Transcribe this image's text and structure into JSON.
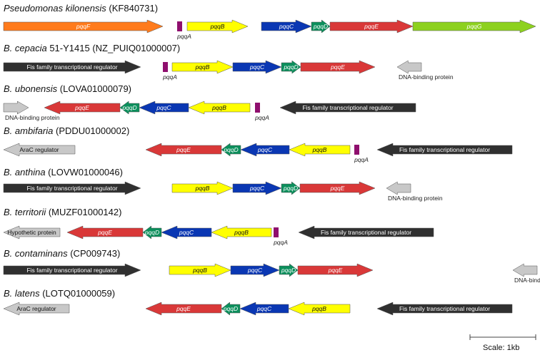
{
  "colors": {
    "pqqF": "#ff7b1c",
    "pqqA": "#8f0f6e",
    "pqqB": "#ffff00",
    "pqqC": "#0a37b3",
    "pqqD": "#0c8f5c",
    "pqqE": "#d93838",
    "pqqG": "#8dd11f",
    "regulator": "#303030",
    "other": "#c8c8c8"
  },
  "rows": [
    {
      "species": "Pseudomonas kilonensis",
      "species_suffix": "",
      "accession": "(KF840731)",
      "genes": [
        {
          "label": "pqqF",
          "color": "pqqF",
          "from": 5,
          "to": 228,
          "inside": true
        },
        {
          "label": "pqqA",
          "color": "pqqA",
          "from": 248,
          "to": 255,
          "inside": false,
          "below": true
        },
        {
          "label": "pqqB",
          "color": "pqqB",
          "from": 262,
          "to": 347,
          "inside": true,
          "dark": true
        },
        {
          "label": "pqqC",
          "color": "pqqC",
          "from": 366,
          "to": 436,
          "inside": true
        },
        {
          "label": "pqqD",
          "color": "pqqD",
          "from": 436,
          "to": 462,
          "inside": true
        },
        {
          "label": "pqqE",
          "color": "pqqE",
          "from": 462,
          "to": 578,
          "inside": true
        },
        {
          "label": "pqqG",
          "color": "pqqG",
          "from": 578,
          "to": 750,
          "inside": true
        }
      ]
    },
    {
      "species": "B. cepacia",
      "species_suffix": " 51-Y1415",
      "accession": "(NZ_PUIQ01000007)",
      "genes": [
        {
          "label": "Fis family transcriptional regulator",
          "color": "regulator",
          "from": 5,
          "to": 197,
          "inside": true,
          "plain": true
        },
        {
          "label": "pqqA",
          "color": "pqqA",
          "from": 228,
          "to": 235,
          "inside": false,
          "below": true
        },
        {
          "label": "pqqB",
          "color": "pqqB",
          "from": 241,
          "to": 326,
          "inside": true,
          "dark": true
        },
        {
          "label": "pqqC",
          "color": "pqqC",
          "from": 326,
          "to": 394,
          "inside": true
        },
        {
          "label": "pqqD",
          "color": "pqqD",
          "from": 394,
          "to": 421,
          "inside": true
        },
        {
          "label": "pqqE",
          "color": "pqqE",
          "from": 421,
          "to": 525,
          "inside": true
        },
        {
          "label": "DNA-binding protein",
          "color": "other",
          "from": 590,
          "to": 556,
          "inside": false,
          "below": true,
          "plain": true
        }
      ]
    },
    {
      "species": "B. ubonensis",
      "species_suffix": "",
      "accession": "(LOVA01000079)",
      "genes": [
        {
          "label": "DNA-binding protein",
          "color": "other",
          "from": 5,
          "to": 40,
          "inside": false,
          "below": true,
          "plain": true
        },
        {
          "label": "pqqE",
          "color": "pqqE",
          "from": 168,
          "to": 62,
          "inside": true
        },
        {
          "label": "pqqD",
          "color": "pqqD",
          "from": 195,
          "to": 168,
          "inside": true
        },
        {
          "label": "pqqC",
          "color": "pqqC",
          "from": 264,
          "to": 195,
          "inside": true
        },
        {
          "label": "pqqB",
          "color": "pqqB",
          "from": 350,
          "to": 264,
          "inside": true,
          "dark": true
        },
        {
          "label": "pqqA",
          "color": "pqqA",
          "from": 357,
          "to": 364,
          "inside": false,
          "below": true
        },
        {
          "label": "Fis family transcriptional regulator",
          "color": "regulator",
          "from": 582,
          "to": 392,
          "inside": true,
          "plain": true
        }
      ]
    },
    {
      "species": "B. ambifaria",
      "species_suffix": "",
      "accession": "(PDDU01000002)",
      "genes": [
        {
          "label": "AraC regulator",
          "color": "other",
          "from": 105,
          "to": 5,
          "inside": true,
          "dark": true,
          "plain": true
        },
        {
          "label": "pqqE",
          "color": "pqqE",
          "from": 310,
          "to": 204,
          "inside": true
        },
        {
          "label": "pqqD",
          "color": "pqqD",
          "from": 337,
          "to": 310,
          "inside": true
        },
        {
          "label": "pqqC",
          "color": "pqqC",
          "from": 405,
          "to": 337,
          "inside": true
        },
        {
          "label": "pqqB",
          "color": "pqqB",
          "from": 490,
          "to": 405,
          "inside": true,
          "dark": true
        },
        {
          "label": "pqqA",
          "color": "pqqA",
          "from": 496,
          "to": 503,
          "inside": false,
          "below": true
        },
        {
          "label": "Fis family transcriptional regulator",
          "color": "regulator",
          "from": 717,
          "to": 528,
          "inside": true,
          "plain": true
        }
      ]
    },
    {
      "species": "B. anthina",
      "species_suffix": "",
      "accession": "(LOVW01000046)",
      "genes": [
        {
          "label": "Fis family transcriptional regulator",
          "color": "regulator",
          "from": 5,
          "to": 197,
          "inside": true,
          "plain": true
        },
        {
          "label": "pqqB",
          "color": "pqqB",
          "from": 241,
          "to": 326,
          "inside": true,
          "dark": true
        },
        {
          "label": "pqqC",
          "color": "pqqC",
          "from": 326,
          "to": 394,
          "inside": true
        },
        {
          "label": "pqqD",
          "color": "pqqD",
          "from": 394,
          "to": 420,
          "inside": true
        },
        {
          "label": "pqqE",
          "color": "pqqE",
          "from": 420,
          "to": 525,
          "inside": true
        },
        {
          "label": "DNA-binding protein",
          "color": "other",
          "from": 575,
          "to": 541,
          "inside": false,
          "below": true,
          "plain": true
        }
      ]
    },
    {
      "species": "B. territorii",
      "species_suffix": "",
      "accession": "(MUZF01000142)",
      "genes": [
        {
          "label": "Hypothetic protein",
          "color": "other",
          "from": 84,
          "to": 5,
          "inside": true,
          "dark": true,
          "plain": true
        },
        {
          "label": "pqqE",
          "color": "pqqE",
          "from": 200,
          "to": 94,
          "inside": true
        },
        {
          "label": "pqqD",
          "color": "pqqD",
          "from": 226,
          "to": 200,
          "inside": true
        },
        {
          "label": "pqqC",
          "color": "pqqC",
          "from": 296,
          "to": 226,
          "inside": true
        },
        {
          "label": "pqqB",
          "color": "pqqB",
          "from": 380,
          "to": 296,
          "inside": true,
          "dark": true
        },
        {
          "label": "pqqA",
          "color": "pqqA",
          "from": 383,
          "to": 390,
          "inside": false,
          "below": true
        },
        {
          "label": "Fis family transcriptional regulator",
          "color": "regulator",
          "from": 607,
          "to": 418,
          "inside": true,
          "plain": true
        }
      ]
    },
    {
      "species": "B. contaminans",
      "species_suffix": "",
      "accession": "(CP009743)",
      "genes": [
        {
          "label": "Fis family transcriptional regulator",
          "color": "regulator",
          "from": 5,
          "to": 197,
          "inside": true,
          "plain": true
        },
        {
          "label": "pqqB",
          "color": "pqqB",
          "from": 237,
          "to": 323,
          "inside": true,
          "dark": true
        },
        {
          "label": "pqqC",
          "color": "pqqC",
          "from": 323,
          "to": 391,
          "inside": true
        },
        {
          "label": "pqqD",
          "color": "pqqD",
          "from": 391,
          "to": 417,
          "inside": true
        },
        {
          "label": "pqqE",
          "color": "pqqE",
          "from": 417,
          "to": 522,
          "inside": true
        },
        {
          "label": "DNA-binding protein",
          "color": "other",
          "from": 752,
          "to": 718,
          "inside": false,
          "below": true,
          "plain": true
        }
      ]
    },
    {
      "species": "B. latens",
      "species_suffix": "",
      "accession": "(LOTQ01000059)",
      "genes": [
        {
          "label": "AraC regulator",
          "color": "other",
          "from": 97,
          "to": 5,
          "inside": true,
          "dark": true,
          "plain": true
        },
        {
          "label": "pqqE",
          "color": "pqqE",
          "from": 310,
          "to": 204,
          "inside": true
        },
        {
          "label": "pqqD",
          "color": "pqqD",
          "from": 336,
          "to": 310,
          "inside": true
        },
        {
          "label": "pqqC",
          "color": "pqqC",
          "from": 404,
          "to": 336,
          "inside": true
        },
        {
          "label": "pqqB",
          "color": "pqqB",
          "from": 490,
          "to": 404,
          "inside": true,
          "dark": true
        },
        {
          "label": "Fis family transcriptional regulator",
          "color": "regulator",
          "from": 717,
          "to": 528,
          "inside": true,
          "plain": true
        }
      ]
    }
  ],
  "scale_bar": {
    "label": "Scale: 1kb"
  }
}
